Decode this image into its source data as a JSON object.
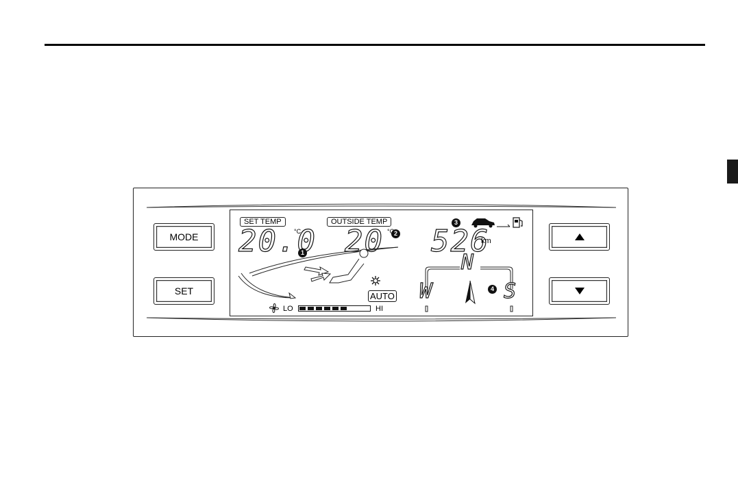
{
  "panel": {
    "buttons": {
      "mode": "MODE",
      "set": "SET"
    },
    "display": {
      "set_temp": {
        "label": "SET TEMP",
        "value": "20.0",
        "unit": "°C",
        "callout": "1"
      },
      "outside_temp": {
        "label": "OUTSIDE TEMP",
        "value": "20",
        "unit": "°C",
        "callout": "2"
      },
      "distance": {
        "value": "526",
        "unit": "km",
        "callout": "3"
      },
      "compass": {
        "north": "N",
        "west": "W",
        "east": "S",
        "callout": "4"
      },
      "mode": {
        "auto": "AUTO"
      },
      "fan": {
        "low_label": "LO",
        "high_label": "HI",
        "level": 6,
        "max_level": 8
      }
    },
    "icons": {
      "up": "triangle-up-icon",
      "down": "triangle-down-icon",
      "fan": "fan-icon",
      "snowflake": "snowflake-icon",
      "car": "car-icon",
      "fuel": "fuel-pump-icon",
      "compass_needle": "compass-needle-icon"
    }
  }
}
